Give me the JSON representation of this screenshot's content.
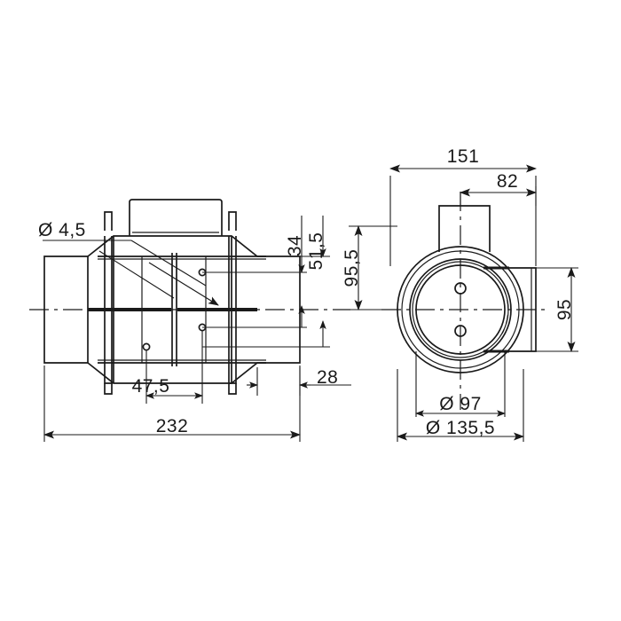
{
  "drawing": {
    "title": "Inline duct fan technical drawing",
    "stroke_color": "#1a1a1a",
    "background_color": "#ffffff",
    "units_note": "mm",
    "views": [
      {
        "name": "side-view",
        "position": "left"
      },
      {
        "name": "front-view",
        "position": "right"
      }
    ]
  },
  "dimensions": {
    "hole_diameter": "Ø 4,5",
    "overall_length": "232",
    "bracket_spacing": "47,5",
    "flange_offset": "28",
    "height_34": "34",
    "height_51_5": "51,5",
    "height_95_5": "95,5",
    "width_151": "151",
    "width_82": "82",
    "height_95": "95",
    "inner_diameter": "Ø 97",
    "outer_diameter": "Ø 135,5"
  },
  "labels": {
    "d45": "Ø 4,5",
    "l232": "232",
    "l475": "47,5",
    "l28": "28",
    "h34": "34",
    "h515": "51,5",
    "h955": "95,5",
    "w151": "151",
    "w82": "82",
    "h95": "95",
    "d97": "Ø 97",
    "d1355": "Ø 135,5"
  }
}
